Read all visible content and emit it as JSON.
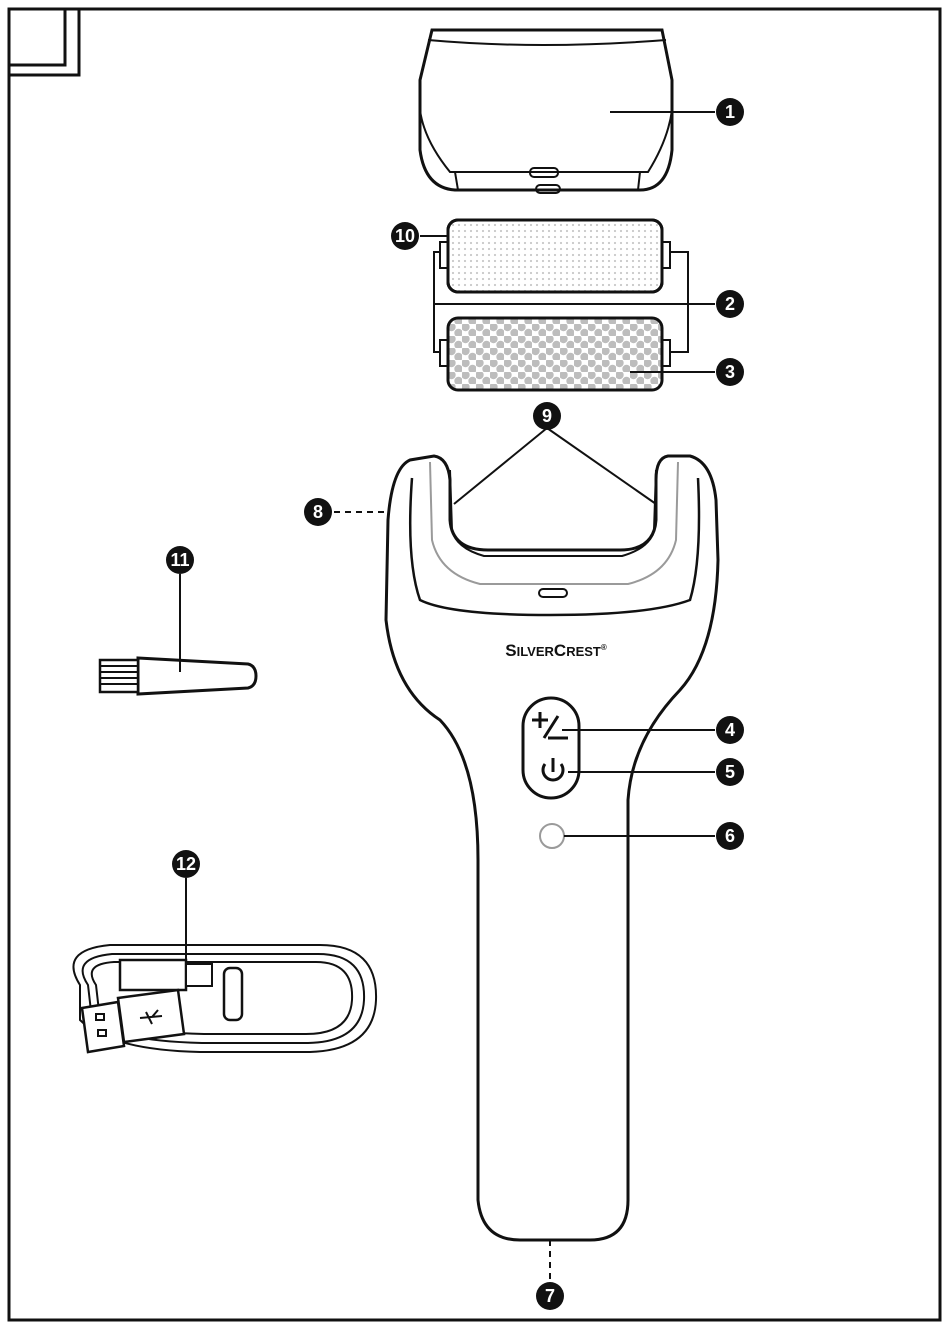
{
  "brand": {
    "silver_S": "S",
    "silver_rest": "ILVER",
    "crest_C": "C",
    "crest_rest": "REST",
    "trademark": "®"
  },
  "button_plus_minus_symbol": "+/−",
  "usb_symbol_name": "usb-icon",
  "callouts": [
    {
      "id": "c1",
      "label": "1"
    },
    {
      "id": "c2",
      "label": "2"
    },
    {
      "id": "c3",
      "label": "3"
    },
    {
      "id": "c4",
      "label": "4"
    },
    {
      "id": "c5",
      "label": "5"
    },
    {
      "id": "c6",
      "label": "6"
    },
    {
      "id": "c7",
      "label": "7"
    },
    {
      "id": "c8",
      "label": "8"
    },
    {
      "id": "c9",
      "label": "9"
    },
    {
      "id": "c10",
      "label": "10"
    },
    {
      "id": "c11",
      "label": "11"
    },
    {
      "id": "c12",
      "label": "12"
    }
  ],
  "colors": {
    "line": "#111111",
    "callout_fill": "#111111",
    "roller_dot_fine": "#c8c8c8",
    "roller_dot_coarse": "#bdbdbd",
    "inner_line": "#9a9a9a"
  }
}
